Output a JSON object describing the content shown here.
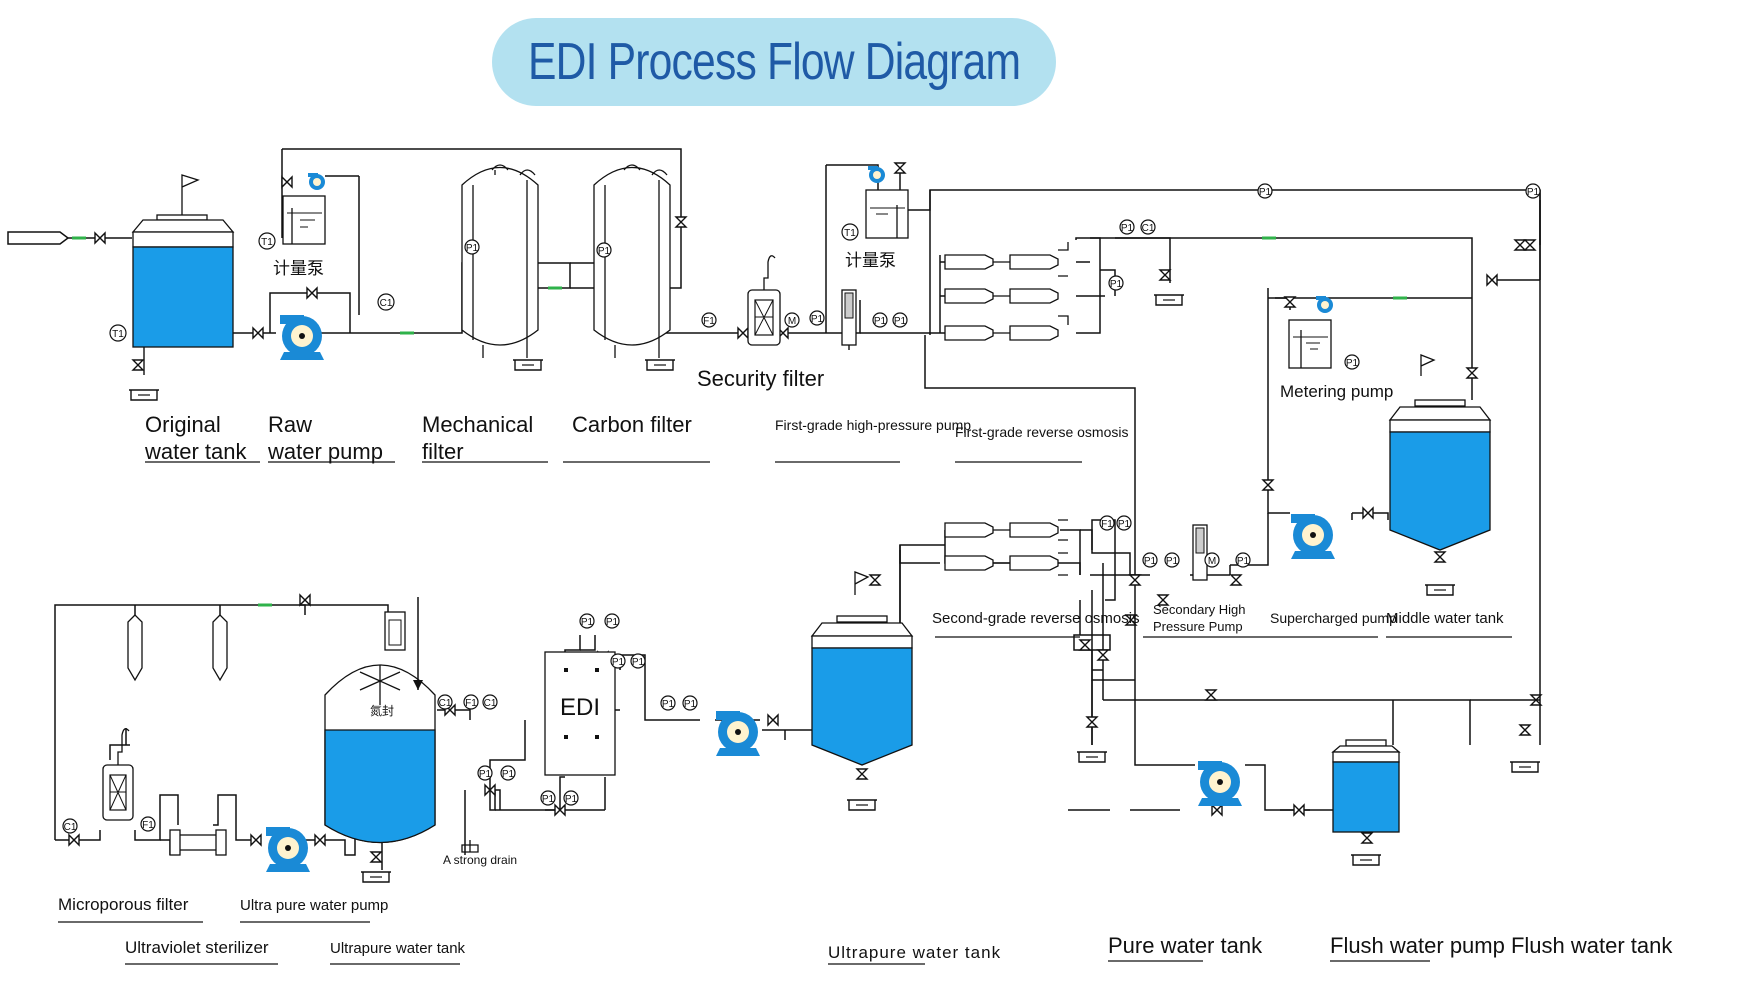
{
  "title": "EDI Process Flow Diagram",
  "colors": {
    "tank_fill": "#1a9ce8",
    "pump": "#1a8ad6",
    "title_bg": "#b3e1f0",
    "title_text": "#1f5aa6",
    "flow_mark": "#2fb24a"
  },
  "labels": {
    "metering_cn_1": "计量泵",
    "metering_cn_2": "计量泵",
    "security_filter": "Security filter",
    "original_line1": "Original",
    "original_line2": "water tank",
    "raw_line1": "Raw",
    "raw_line2": "water pump",
    "mechanical_line1": "Mechanical",
    "mechanical_line2": "filter",
    "carbon_filter": "Carbon filter",
    "first_hp_pump": "First-grade high-pressure pump",
    "first_ro": "First-grade reverse osmosis",
    "metering_pump": "Metering pump",
    "second_ro": "Second-grade reverse osmosis",
    "secondary_hp_line1": "Secondary High",
    "secondary_hp_line2": "Pressure Pump",
    "supercharged_pump": "Supercharged pump",
    "middle_water_tank": "Middle water tank",
    "edi": "EDI",
    "nitrogen_seal": "氮封",
    "strong_drain": "A strong drain",
    "microporous_filter": "Microporous filter",
    "ultra_pure_pump": "Ultra pure water pump",
    "uv_sterilizer": "Ultraviolet sterilizer",
    "ultrapure_tank_1": "Ultrapure water tank",
    "ultrapure_tank_2": "Ultrapure water tank",
    "pure_water_tank": "Pure water tank",
    "flush_pump_tank": "Flush water pump Flush water tank"
  },
  "gauges": {
    "t1": "T1",
    "c1": "C1",
    "p1": "P1",
    "f1": "F1",
    "m": "M"
  }
}
